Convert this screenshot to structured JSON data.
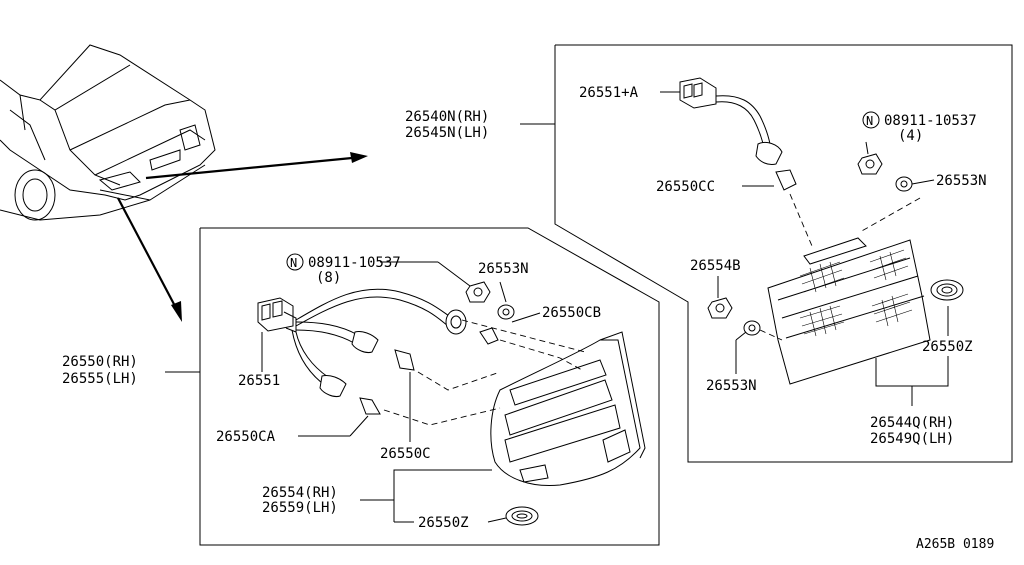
{
  "diagram_id": "A265B 0189",
  "assemblies": {
    "outer_lamp": {
      "rh": "26550(RH)",
      "lh": "26555(LH)"
    },
    "inner_lamp": {
      "rh": "26540N(RH)",
      "lh": "26545N(LH)"
    },
    "outer_lens": {
      "rh": "26554(RH)",
      "lh": "26559(LH)"
    },
    "inner_lens": {
      "rh": "26544Q(RH)",
      "lh": "26549Q(LH)"
    }
  },
  "parts": {
    "socket_harness_outer": "26551",
    "socket_harness_inner": "26551+A",
    "socket_ca": "26550CA",
    "socket_c": "26550C",
    "socket_cb": "26550CB",
    "socket_cc": "26550CC",
    "nut_outer_code": "N",
    "nut_outer_number": "08911-10537",
    "nut_outer_qty": "(8)",
    "nut_inner_code": "N",
    "nut_inner_number": "08911-10537",
    "nut_inner_qty": "(4)",
    "seal_outer": "26553N",
    "seal_inner_top": "26553N",
    "seal_inner_bottom": "26553N",
    "bracket_b": "26554B",
    "packing_outer": "26550Z",
    "packing_inner": "26550Z"
  },
  "icons": [
    "car-rear-icon",
    "nut-icon",
    "seal-washer-icon",
    "bulb-socket-icon",
    "connector-icon",
    "packing-coil-icon",
    "tail-lamp-icon"
  ]
}
